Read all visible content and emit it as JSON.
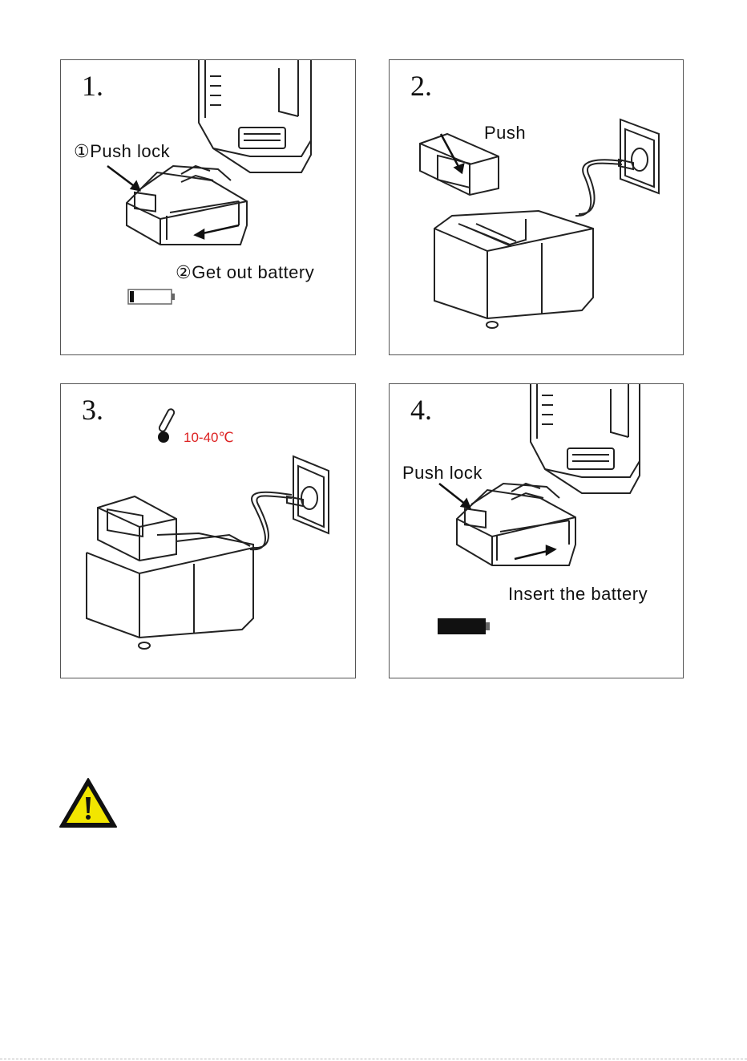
{
  "steps": [
    {
      "number": "1.",
      "label_a": "①Push lock",
      "label_b": "②Get out battery"
    },
    {
      "number": "2.",
      "label_a": "Push"
    },
    {
      "number": "3.",
      "temperature": "10-40℃"
    },
    {
      "number": "4.",
      "label_a": "Push lock",
      "label_b": "Insert the battery"
    }
  ],
  "icons": {
    "warning": "warning-triangle-icon",
    "thermometer": "thermometer-icon",
    "battery_low": "battery-low-icon",
    "battery_full": "battery-full-icon"
  },
  "colors": {
    "warning_fill": "#f2e600",
    "temperature_text": "#dd2222"
  }
}
